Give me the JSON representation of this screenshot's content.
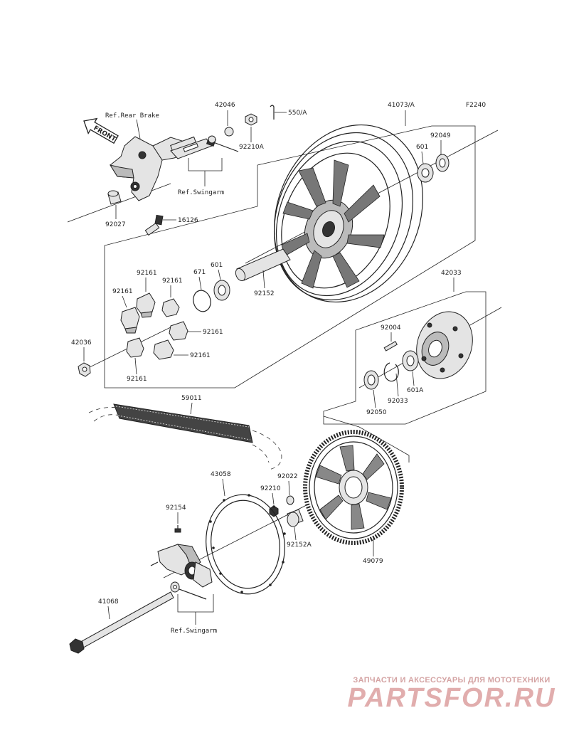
{
  "figure_code": "F2240",
  "front_label": "FRONT",
  "refs": {
    "rear_brake": "Ref.Rear Brake",
    "swingarm_top": "Ref.Swingarm",
    "swingarm_bottom": "Ref.Swingarm"
  },
  "part_numbers": [
    "42046",
    "550/A",
    "41073/A",
    "92210A",
    "92049",
    "601",
    "92027",
    "16126",
    "92161",
    "671",
    "601",
    "92161",
    "92161",
    "92152",
    "92161",
    "42036",
    "92161",
    "92161",
    "42033",
    "92004",
    "601A",
    "92033",
    "92050",
    "59011",
    "43058",
    "92022",
    "92210",
    "92154",
    "92152A",
    "49079",
    "41068"
  ],
  "watermark": {
    "tagline": "ЗАПЧАСТИ И АКСЕССУАРЫ ДЛЯ МОТОТЕХНИКИ",
    "logo": "PARTSFOR.RU"
  }
}
